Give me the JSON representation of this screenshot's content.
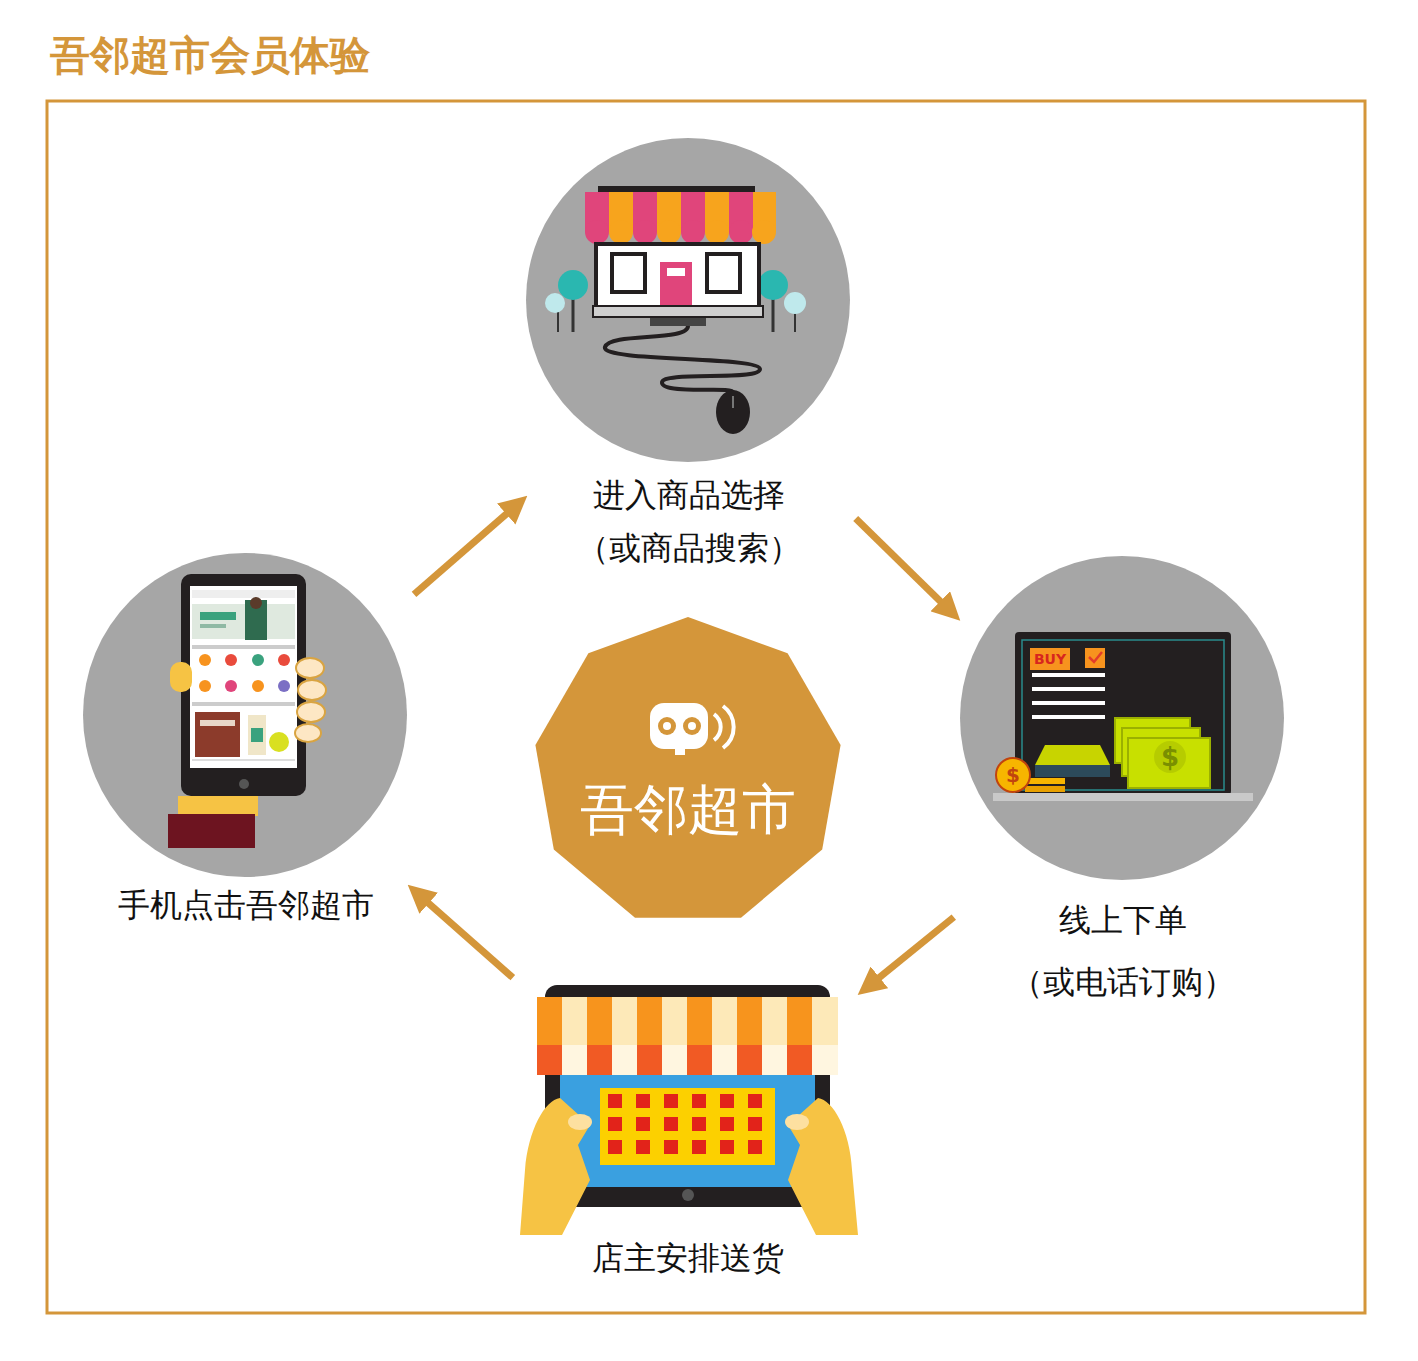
{
  "diagram": {
    "title": "吾邻超市会员体验",
    "nodes": [
      {
        "text": [
          "手机点击吾邻超市"
        ]
      },
      {
        "text": [
          "进入商品选择",
          "（或商品搜索）"
        ]
      },
      {
        "text": [
          "线上下单",
          "（或电话订购）"
        ]
      },
      {
        "text": [
          "店主安排送货"
        ]
      },
      {
        "text": [
          "吾邻超市"
        ]
      }
    ],
    "edges": [
      {
        "from": 0,
        "to": 1,
        "arrow": "to"
      },
      {
        "from": 1,
        "to": 2,
        "arrow": "to"
      },
      {
        "from": 2,
        "to": 3,
        "arrow": "to"
      },
      {
        "from": 3,
        "to": 0,
        "arrow": "to"
      }
    ],
    "labels": [
      "BUY",
      "$",
      "$"
    ]
  }
}
